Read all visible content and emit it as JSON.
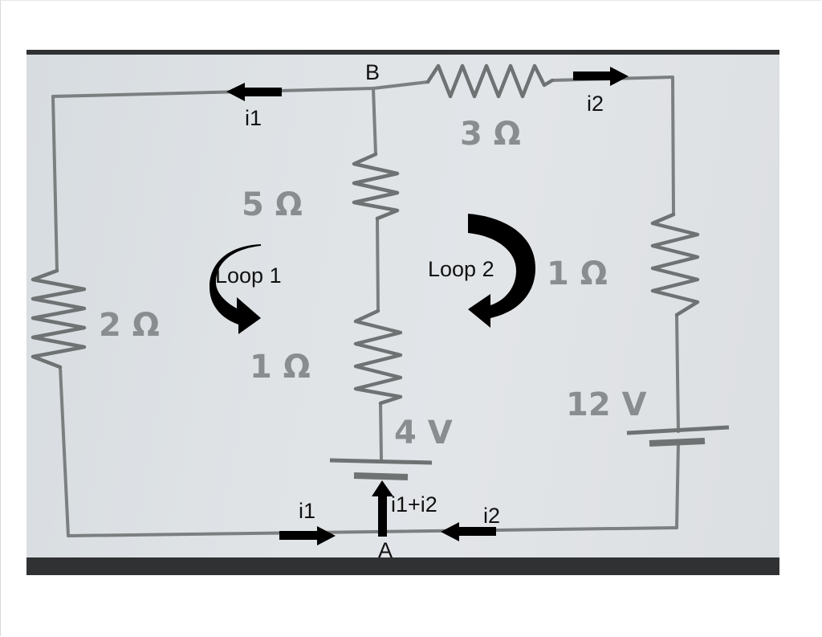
{
  "nodes": {
    "top": "B",
    "bottom": "A"
  },
  "resistors": {
    "top_right": "3 Ω",
    "middle_upper": "5 Ω",
    "middle_lower": "1 Ω",
    "left": "2 Ω",
    "right": "1 Ω"
  },
  "batteries": {
    "middle": "4 V",
    "right": "12 V"
  },
  "loops": {
    "left": "Loop 1",
    "right": "Loop 2"
  },
  "currents": {
    "top_left": "i1",
    "top_right": "i2",
    "bottom_left": "i1",
    "bottom_right": "i2",
    "bottom_sum": "i1+i2"
  },
  "colors": {
    "wire": "#7c7f80",
    "board": "#dfe3e6",
    "annotation": "#000000",
    "frame": "#2f3133"
  }
}
